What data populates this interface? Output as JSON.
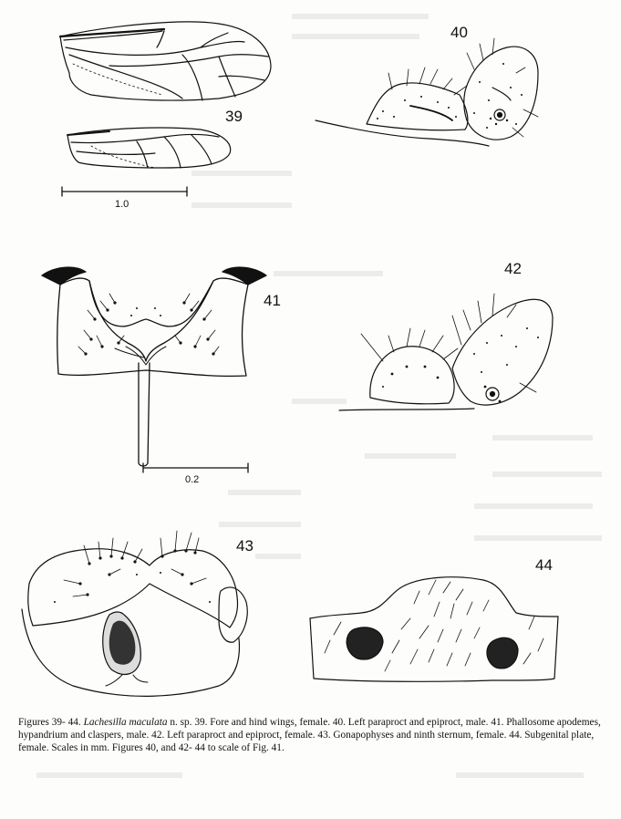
{
  "figures": {
    "fig39": {
      "number": "39",
      "scale_label": "1.0"
    },
    "fig40": {
      "number": "40"
    },
    "fig41": {
      "number": "41",
      "scale_label": "0.2"
    },
    "fig42": {
      "number": "42"
    },
    "fig43": {
      "number": "43"
    },
    "fig44": {
      "number": "44"
    }
  },
  "caption": {
    "lead": "Figures 39- 44.",
    "species": "Lachesilla maculata",
    "text": "n. sp. 39. Fore and hind wings, female. 40. Left paraproct and epiproct, male. 41. Phallosome apodemes, hypandrium and claspers, male. 42. Left paraproct and epiproct, female. 43. Gonapophyses and ninth sternum, female. 44. Subgenital plate, female. Scales in mm. Figures 40, and 42- 44 to scale of Fig. 41."
  },
  "colors": {
    "ink": "#111111",
    "paper": "#fdfdfb",
    "bleed": "#e3e3e0"
  }
}
